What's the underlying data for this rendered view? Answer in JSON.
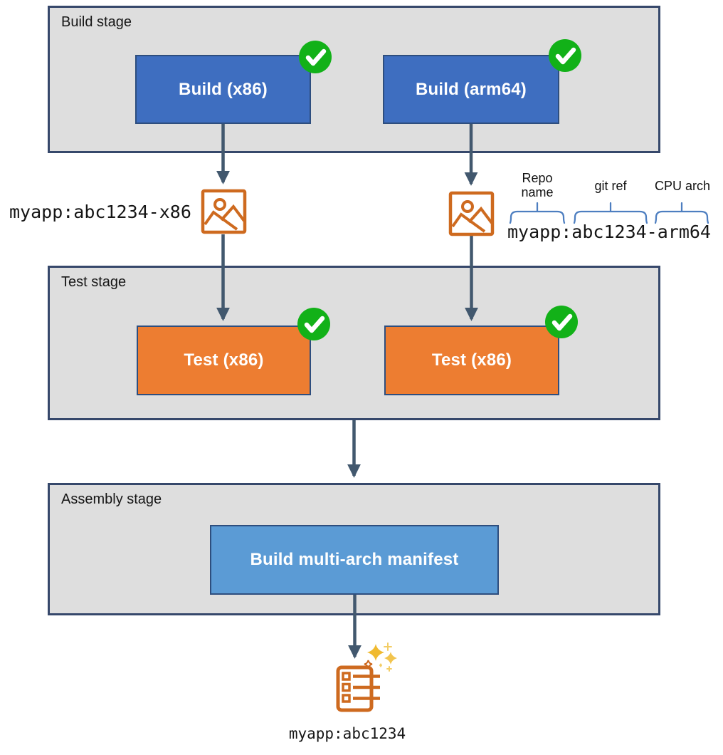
{
  "diagram": {
    "stages": {
      "build": {
        "title": "Build stage",
        "nodes": [
          {
            "label": "Build (x86)"
          },
          {
            "label": "Build (arm64)"
          }
        ]
      },
      "test": {
        "title": "Test stage",
        "nodes": [
          {
            "label": "Test (x86)"
          },
          {
            "label": "Test (x86)"
          }
        ]
      },
      "assembly": {
        "title": "Assembly stage",
        "nodes": [
          {
            "label": "Build multi-arch manifest"
          }
        ]
      }
    },
    "image_tags": {
      "x86": "myapp:abc1234-x86",
      "arm64": "myapp:abc1234-arm64",
      "final": "myapp:abc1234"
    },
    "annotations": {
      "repo_name_line1": "Repo",
      "repo_name_line2": "name",
      "git_ref": "git ref",
      "cpu_arch": "CPU arch"
    },
    "icons": {
      "container_image": "image-icon",
      "manifest_list": "manifest-checklist-icon",
      "success": "check-circle-icon",
      "sparkles": "sparkles-icon"
    },
    "colors": {
      "stage_fill": "#dedede",
      "stage_border": "#36486b",
      "build_node_fill": "#3e6ec0",
      "test_node_fill": "#ed7d31",
      "assembly_node_fill": "#5b9bd5",
      "node_border": "#2e4e7e",
      "arrow": "#42586e",
      "success_green": "#12b118",
      "icon_orange": "#ce6a1f",
      "brace_blue": "#4d7ec0",
      "sparkle_gold": "#f0ba30",
      "sparkle_light": "#f3cd66"
    }
  }
}
